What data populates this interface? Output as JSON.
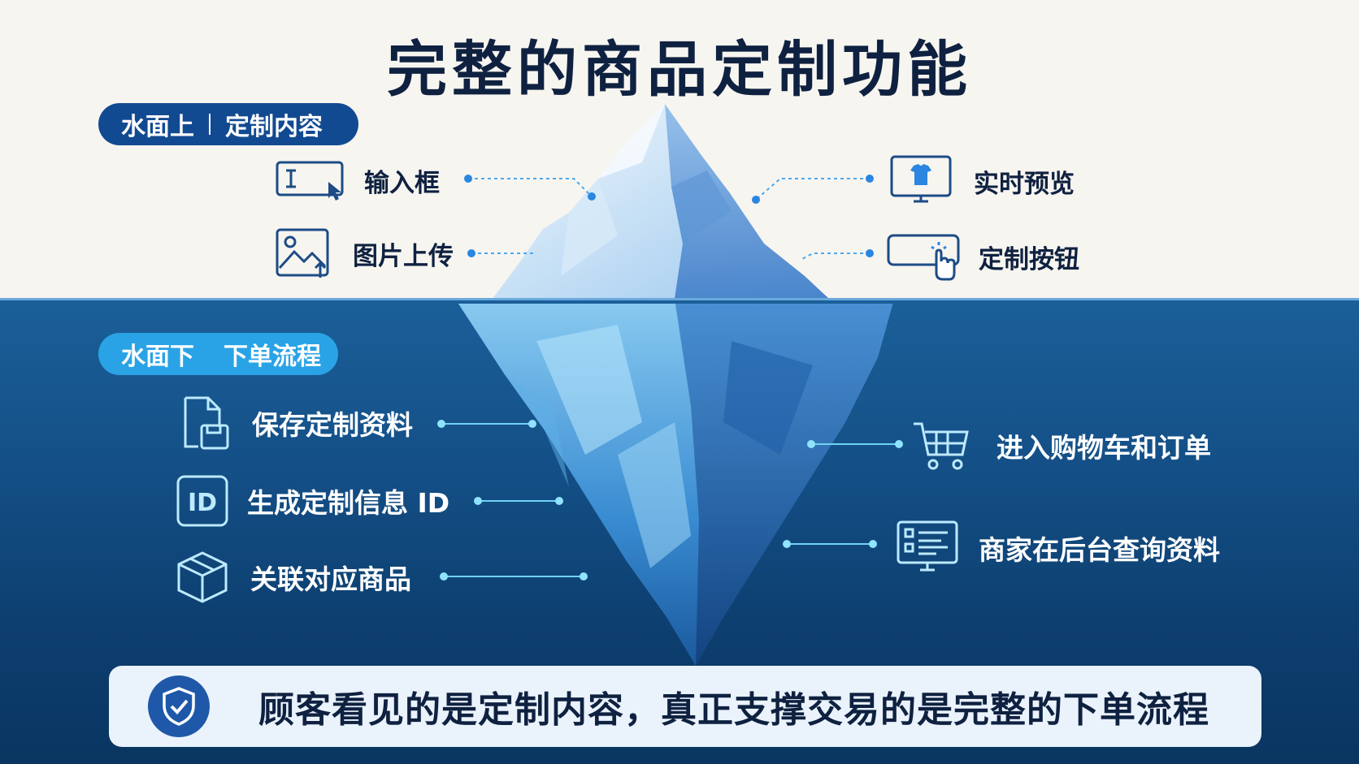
{
  "title": "完整的商品定制功能",
  "above_water": {
    "tag_left": "水面上",
    "tag_right": "定制内容",
    "items": [
      "输入框",
      "图片上传",
      "实时预览",
      "定制按钮"
    ]
  },
  "below_water": {
    "tag_left": "水面下",
    "tag_right": "下单流程",
    "items": [
      "保存定制资料",
      "生成定制信息 ID",
      "关联对应商品",
      "进入购物车和订单",
      "商家在后台查询资料"
    ]
  },
  "banner": "顾客看见的是定制内容，真正支撑交易的是完整的下单流程",
  "icons": {
    "input": "text-input-icon",
    "image_upload": "image-upload-icon",
    "preview": "monitor-shirt-icon",
    "custom_button": "button-click-icon",
    "save": "save-file-icon",
    "id": "id-badge-icon",
    "product": "box-icon",
    "cart": "shopping-cart-icon",
    "admin": "admin-monitor-icon",
    "shield": "shield-check-icon"
  },
  "colors": {
    "title": "#0f2140",
    "tag_above": "#124a92",
    "tag_below": "#2aa3e6",
    "sea": "#145087",
    "sky": "#f7f5f0",
    "connector": "#4aa8ee"
  }
}
